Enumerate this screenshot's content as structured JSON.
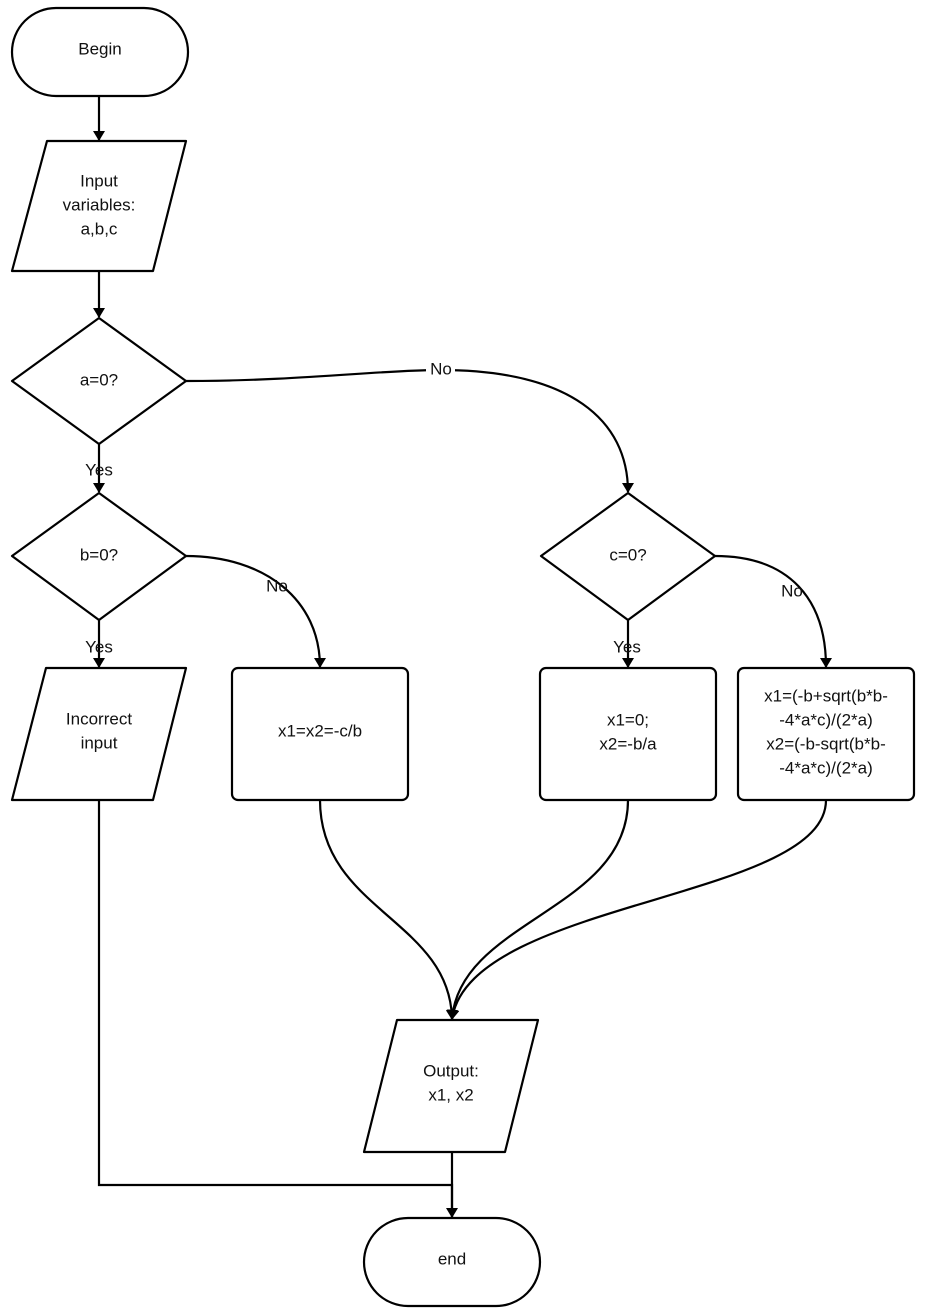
{
  "nodes": {
    "begin": "Begin",
    "input": [
      "Input",
      "variables:",
      "a,b,c"
    ],
    "a_zero": "a=0?",
    "b_zero": "b=0?",
    "c_zero": "c=0?",
    "incorrect": [
      "Incorrect",
      "input"
    ],
    "linear": "x1=x2=-c/b",
    "c_zero_result": [
      "x1=0;",
      "x2=-b/a"
    ],
    "quadratic": [
      "x1=(-b+sqrt(b*b-",
      "-4*a*c)/(2*a)",
      "x2=(-b-sqrt(b*b-",
      "-4*a*c)/(2*a)"
    ],
    "output": [
      "Output:",
      "x1, x2"
    ],
    "end": "end"
  },
  "edge_labels": {
    "a_yes": "Yes",
    "a_no": "No",
    "b_yes": "Yes",
    "b_no": "No",
    "c_yes": "Yes",
    "c_no": "No"
  },
  "colors": {
    "stroke": "#000000",
    "fill": "#ffffff"
  }
}
